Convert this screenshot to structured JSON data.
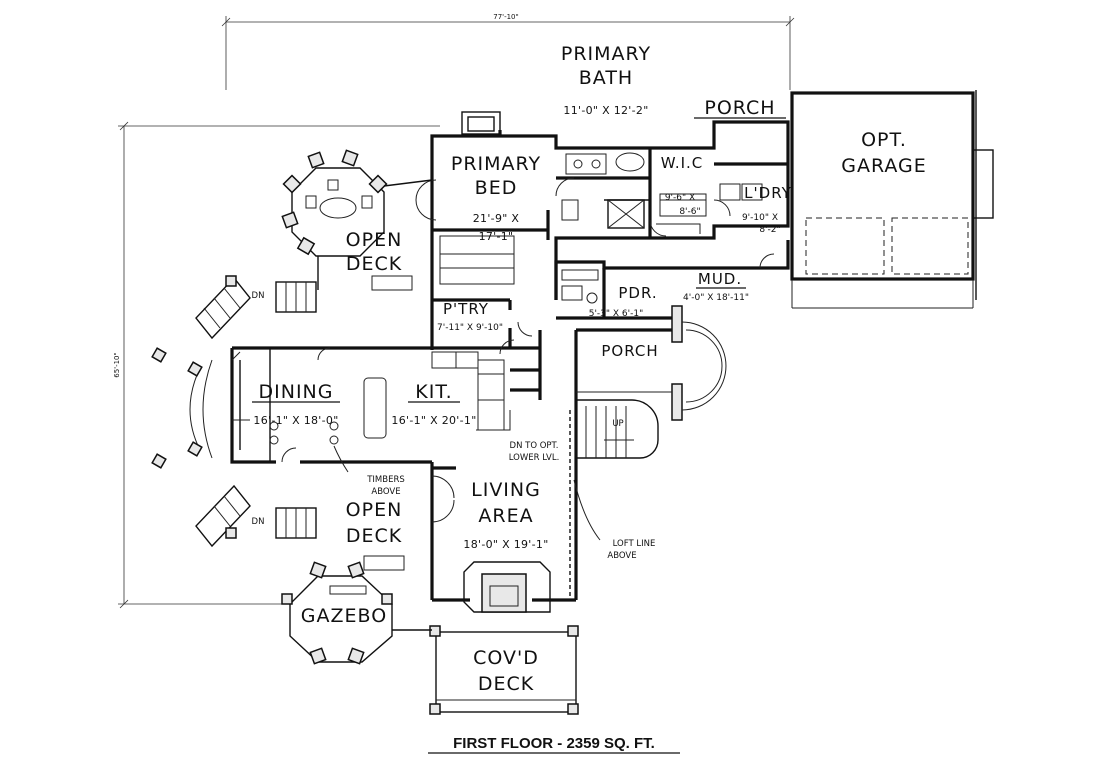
{
  "dimensions": {
    "overall_width": "77'-10\"",
    "overall_depth": "65'-10\""
  },
  "rooms": {
    "primary_bath": {
      "line1": "PRIMARY",
      "line2": "BATH",
      "size": "11'-0\" X 12'-2\""
    },
    "porch_top": {
      "label": "PORCH"
    },
    "opt_garage": {
      "line1": "OPT.",
      "line2": "GARAGE"
    },
    "primary_bed": {
      "line1": "PRIMARY",
      "line2": "BED",
      "size1": "21'-9\" X",
      "size2": "17'-1\""
    },
    "wic": {
      "label": "W.I.C",
      "size1": "9'-6\" X",
      "size2": "8'-6\""
    },
    "ldry": {
      "label": "L'DRY",
      "size1": "9'-10\" X",
      "size2": "8'-2\""
    },
    "open_deck_top": {
      "line1": "OPEN",
      "line2": "DECK"
    },
    "mud": {
      "label": "MUD."
    },
    "pdr": {
      "label": "PDR.",
      "size": "5'-3\" X 6'-1\""
    },
    "mud_size": {
      "size": "4'-0\" X 18'-11\""
    },
    "pantry": {
      "label": "P'TRY",
      "size": "7'-11\" X 9'-10\""
    },
    "porch_mid": {
      "label": "PORCH"
    },
    "dining": {
      "label": "DINING",
      "size": "16'-1\" X 18'-0\""
    },
    "kitchen": {
      "label": "KIT.",
      "size": "16'-1\" X 20'-1\""
    },
    "living": {
      "line1": "LIVING",
      "line2": "AREA",
      "size": "18'-0\" X 19'-1\""
    },
    "open_deck_bottom": {
      "line1": "OPEN",
      "line2": "DECK"
    },
    "gazebo": {
      "label": "GAZEBO"
    },
    "covd_deck": {
      "line1": "COV'D",
      "line2": "DECK"
    }
  },
  "notes": {
    "stair_down": "DN TO OPT.",
    "stair_down2": "LOWER LVL.",
    "timbers1": "TIMBERS",
    "timbers2": "ABOVE",
    "loft1": "LOFT LINE",
    "loft2": "ABOVE",
    "up": "UP",
    "dn_left_top": "DN",
    "dn_left_bottom": "DN"
  },
  "caption": "FIRST FLOOR - 2359 SQ. FT."
}
